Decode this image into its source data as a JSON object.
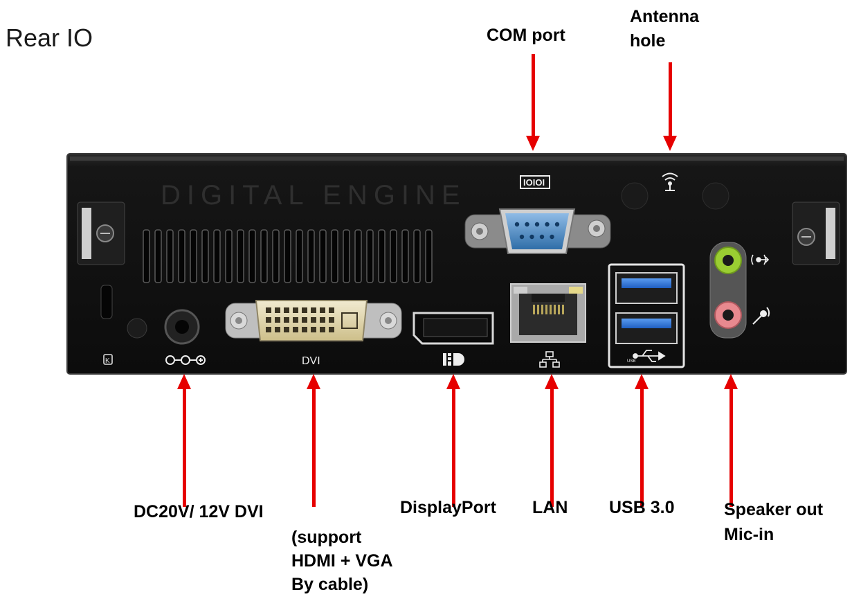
{
  "title": "Rear IO",
  "callouts": {
    "com_port": "COM port",
    "antenna_line1": "Antenna",
    "antenna_line2": "hole",
    "dc": "DC20V/ 12V DVI",
    "dvi_line1": "(support",
    "dvi_line2": "HDMI + VGA",
    "dvi_line3": "By cable)",
    "displayport": "DisplayPort",
    "lan": "LAN",
    "usb": "USB 3.0",
    "speaker": "Speaker out",
    "mic": "Mic-in"
  },
  "device": {
    "brand_text": "DIGITAL ENGINE",
    "dvi_label": "DVI"
  },
  "colors": {
    "arrow": "#e60000",
    "chassis": "#141414",
    "usb_blue": "#2a6fd6",
    "serial_blue": "#4a86c8",
    "audio_green": "#9acd32",
    "audio_pink": "#e8898f",
    "dvi_gold": "#e6dcae"
  }
}
